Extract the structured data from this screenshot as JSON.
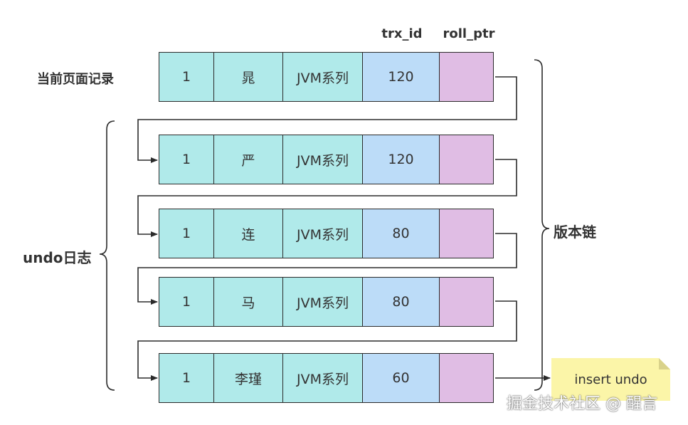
{
  "headers": {
    "trx_id": "trx_id",
    "roll_ptr": "roll_ptr"
  },
  "labels": {
    "current_record": "当前页面记录",
    "undo_log": "undo日志",
    "version_chain": "版本链",
    "insert_undo": "insert undo",
    "watermark": "掘金技术社区 @ 醒言"
  },
  "records": [
    {
      "id": "1",
      "name": "晁",
      "class": "JVM系列",
      "trx_id": "120",
      "roll_ptr": ""
    },
    {
      "id": "1",
      "name": "严",
      "class": "JVM系列",
      "trx_id": "120",
      "roll_ptr": ""
    },
    {
      "id": "1",
      "name": "连",
      "class": "JVM系列",
      "trx_id": "80",
      "roll_ptr": ""
    },
    {
      "id": "1",
      "name": "马",
      "class": "JVM系列",
      "trx_id": "80",
      "roll_ptr": ""
    },
    {
      "id": "1",
      "name": "李瑾",
      "class": "JVM系列",
      "trx_id": "60",
      "roll_ptr": ""
    }
  ],
  "colors": {
    "cell_main": "#b0eaea",
    "cell_trx": "#bcdcf8",
    "cell_ptr": "#e0bde4",
    "note": "#fbf5a8",
    "line": "#2b2b2b"
  }
}
